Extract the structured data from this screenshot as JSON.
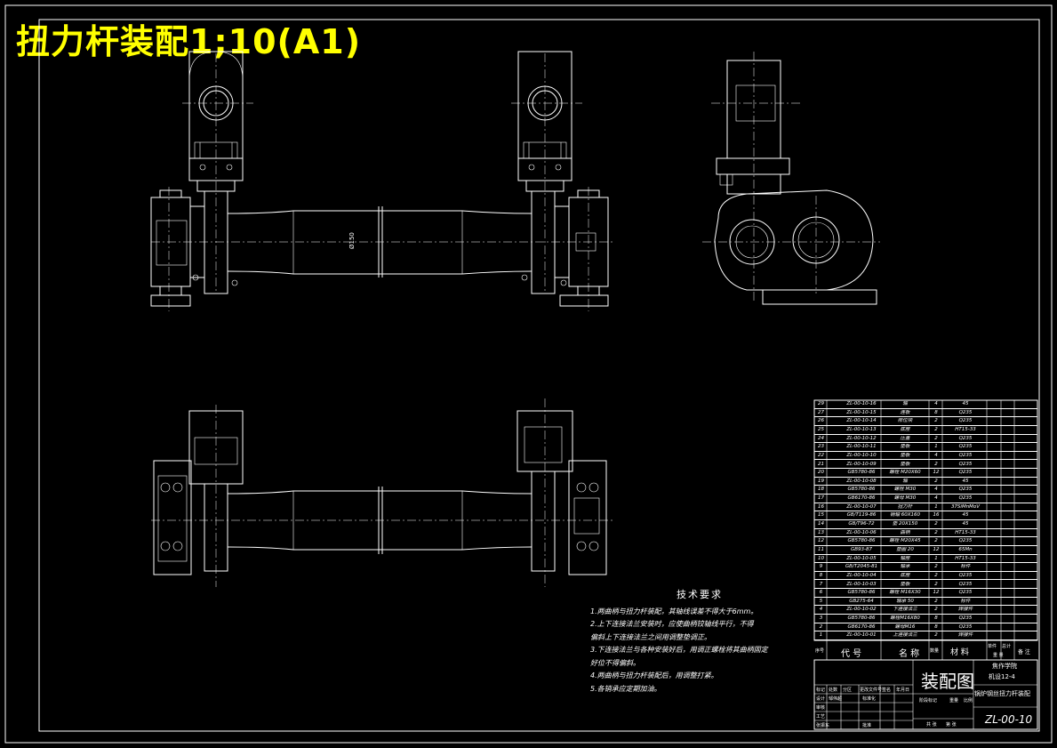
{
  "title": "扭力杆装配1;10(A1)",
  "dimension_label": "Ø150",
  "tech_requirements": {
    "heading": "技术要求",
    "items": [
      "1.两曲柄与扭力杆装配，其轴线误差不得大于6mm。",
      "2.上下连接法兰安装时，应使曲柄铰轴线平行，不得",
      "   偏斜上下连接法兰之间用调整垫调正。",
      "3.下连接法兰与各种安装好后，用调正螺栓将其曲柄固定",
      "   好位不得偏斜。",
      "4.两曲柄与扭力杆装配后，用调整打紧。",
      "5.各销承应定期加油。"
    ]
  },
  "parts_list": [
    {
      "no": "29",
      "code": "ZL-00-10-16",
      "name": "轴",
      "qty": "4",
      "material": "45"
    },
    {
      "no": "27",
      "code": "ZL-00-10-15",
      "name": "连板",
      "qty": "8",
      "material": "Q235"
    },
    {
      "no": "26",
      "code": "ZL-00-10-14",
      "name": "限位块",
      "qty": "2",
      "material": "Q235"
    },
    {
      "no": "25",
      "code": "ZL-00-10-13",
      "name": "底座",
      "qty": "2",
      "material": "HT15-33"
    },
    {
      "no": "24",
      "code": "ZL-00-10-12",
      "name": "压盖",
      "qty": "2",
      "material": "Q235"
    },
    {
      "no": "23",
      "code": "ZL-00-10-11",
      "name": "垫板",
      "qty": "1",
      "material": "Q235"
    },
    {
      "no": "22",
      "code": "ZL-00-10-10",
      "name": "垫板",
      "qty": "4",
      "material": "Q235"
    },
    {
      "no": "21",
      "code": "ZL-00-10-09",
      "name": "垫板",
      "qty": "2",
      "material": "Q235"
    },
    {
      "no": "20",
      "code": "GB5780-86",
      "name": "螺栓 M20X60",
      "qty": "12",
      "material": "Q235"
    },
    {
      "no": "19",
      "code": "ZL-00-10-08",
      "name": "轴",
      "qty": "2",
      "material": "45"
    },
    {
      "no": "18",
      "code": "GB5780-86",
      "name": "螺栓 M30",
      "qty": "4",
      "material": "Q235"
    },
    {
      "no": "17",
      "code": "GB6170-86",
      "name": "螺母 M30",
      "qty": "4",
      "material": "Q235"
    },
    {
      "no": "16",
      "code": "ZL-00-10-07",
      "name": "扭力杆",
      "qty": "1",
      "material": "37SiMnMoV"
    },
    {
      "no": "15",
      "code": "GB/T119-86",
      "name": "销轴 60X160",
      "qty": "16",
      "material": "45"
    },
    {
      "no": "14",
      "code": "GB/T96-72",
      "name": "垫 20X150",
      "qty": "2",
      "material": "45"
    },
    {
      "no": "13",
      "code": "ZL-00-10-06",
      "name": "曲柄",
      "qty": "2",
      "material": "HT15-33"
    },
    {
      "no": "12",
      "code": "GB5780-86",
      "name": "螺栓 M20X45",
      "qty": "2",
      "material": "Q235"
    },
    {
      "no": "11",
      "code": "GB93-87",
      "name": "垫圈 20",
      "qty": "12",
      "material": "65Mn"
    },
    {
      "no": "10",
      "code": "ZL-00-10-05",
      "name": "轴座",
      "qty": "1",
      "material": "HT15-33"
    },
    {
      "no": "9",
      "code": "GB/T2045-81",
      "name": "轴承",
      "qty": "2",
      "material": "标件"
    },
    {
      "no": "8",
      "code": "ZL-00-10-04",
      "name": "底座",
      "qty": "2",
      "material": "Q235"
    },
    {
      "no": "7",
      "code": "ZL-00-10-03",
      "name": "垫板",
      "qty": "2",
      "material": "Q235"
    },
    {
      "no": "6",
      "code": "GB5780-86",
      "name": "螺栓 M16X30",
      "qty": "12",
      "material": "Q235"
    },
    {
      "no": "5",
      "code": "GB275-64",
      "name": "轴承 50",
      "qty": "2",
      "material": "标件"
    },
    {
      "no": "4",
      "code": "ZL-00-10-02",
      "name": "下连接法兰",
      "qty": "2",
      "material": "焊接件"
    },
    {
      "no": "3",
      "code": "GB5780-86",
      "name": "螺栓M16X80",
      "qty": "8",
      "material": "Q235"
    },
    {
      "no": "2",
      "code": "GB6170-86",
      "name": "螺母M16",
      "qty": "8",
      "material": "Q235"
    },
    {
      "no": "1",
      "code": "ZL-00-10-01",
      "name": "上连接法兰",
      "qty": "2",
      "material": "焊接件"
    }
  ],
  "parts_header": {
    "no": "序号",
    "code": "代 号",
    "name": "名 称",
    "qty": "数量",
    "material": "材 料",
    "unit_w": "单件",
    "total_w": "总计",
    "weight": "重 量",
    "remark": "备 注"
  },
  "title_block": {
    "drawing_type": "装配图",
    "school": "焦作学院",
    "class": "机设12-4",
    "project": "锅炉钢丝扭力杆装配",
    "drawing_no": "ZL-00-10",
    "labels": [
      "标记",
      "处数",
      "分区",
      "更改文件号",
      "签名",
      "年月日",
      "设计",
      "标准化",
      "审核",
      "工艺",
      "批准",
      "阶段标记",
      "重量",
      "比例",
      "共 张",
      "第 张"
    ],
    "values": {
      "designer": "邹伟超",
      "check": "张振东"
    }
  }
}
